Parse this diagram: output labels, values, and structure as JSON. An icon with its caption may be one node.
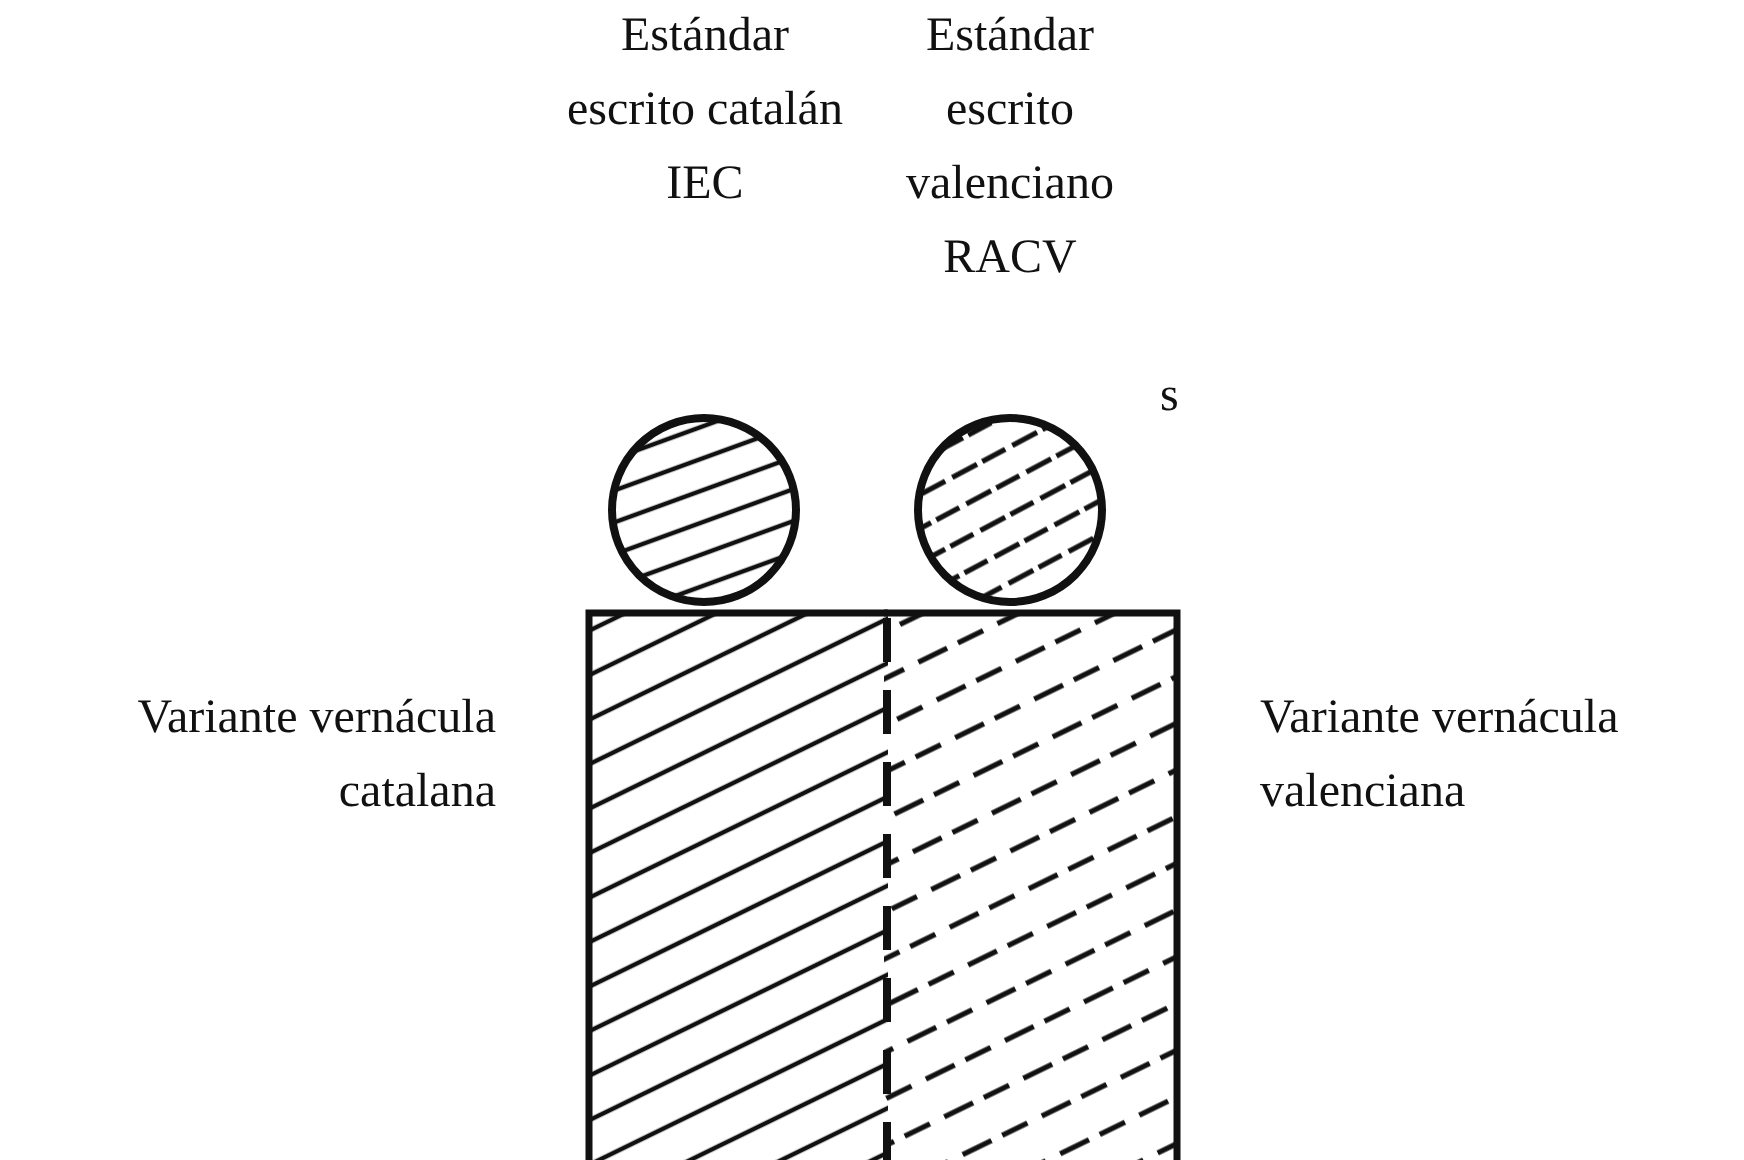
{
  "diagram": {
    "nodes": [
      {
        "text": [
          "Estándar escrito catalán IEC"
        ]
      },
      {
        "text": [
          "Estándar escrito valenciano RACV"
        ]
      },
      {
        "text": [
          "Variante vernácula catalana"
        ]
      },
      {
        "text": [
          "Variante vernácula valenciana"
        ]
      }
    ],
    "labels": [
      "s"
    ]
  }
}
